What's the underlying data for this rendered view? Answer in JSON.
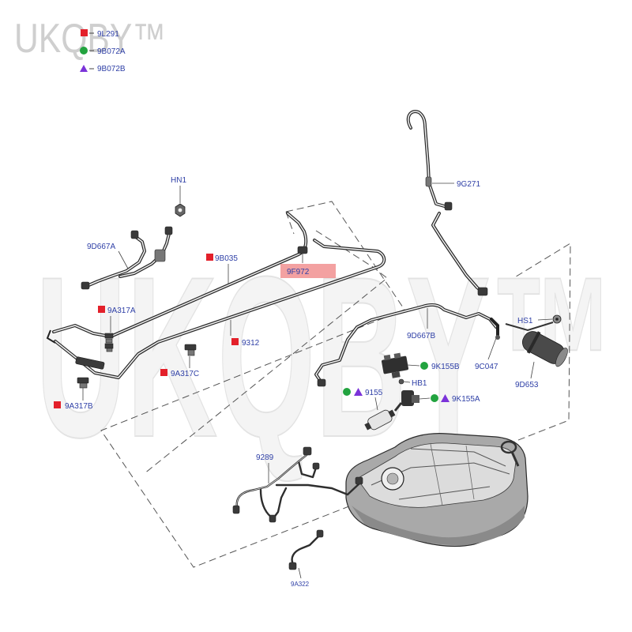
{
  "watermark": {
    "corner": "UKQBY™",
    "center": "UKQBY™"
  },
  "legend": {
    "items": [
      {
        "symbol": "red-square",
        "label": "9L291"
      },
      {
        "symbol": "green-circle",
        "label": "9B072A"
      },
      {
        "symbol": "purple-triangle",
        "label": "9B072B"
      }
    ]
  },
  "parts": {
    "hn1": "HN1",
    "9g271": "9G271",
    "9d667a": "9D667A",
    "9b035": "9B035",
    "9f972": "9F972",
    "9a317a": "9A317A",
    "hs1": "HS1",
    "9d667b": "9D667B",
    "9312": "9312",
    "9k155b": "9K155B",
    "9c047": "9C047",
    "9a317c": "9A317C",
    "hb1": "HB1",
    "9d653": "9D653",
    "9155": "9155",
    "9k155a": "9K155A",
    "9a317b": "9A317B",
    "9289": "9289",
    "9a322": "9A322"
  },
  "colors": {
    "part_label": "#2e3fa6",
    "marker_square": "#e3202a",
    "marker_circle": "#22a33f",
    "marker_triangle": "#7b33d9",
    "highlight": "#f08a8a"
  }
}
